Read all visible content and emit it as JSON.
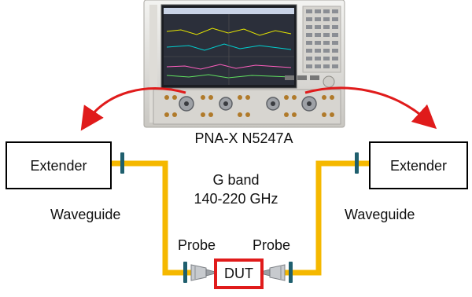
{
  "instrument": {
    "label": "PNA-X N5247A"
  },
  "band": {
    "name": "G band",
    "range": "140-220 GHz"
  },
  "left": {
    "extender": "Extender",
    "waveguide": "Waveguide",
    "probe": "Probe"
  },
  "right": {
    "extender": "Extender",
    "waveguide": "Waveguide",
    "probe": "Probe"
  },
  "dut": {
    "label": "DUT"
  },
  "colors": {
    "waveguide": "#f5b800",
    "arrow": "#e01b1b",
    "dut_border": "#e01b1b",
    "flange": "#1f5f6e",
    "box_border": "#000000"
  }
}
